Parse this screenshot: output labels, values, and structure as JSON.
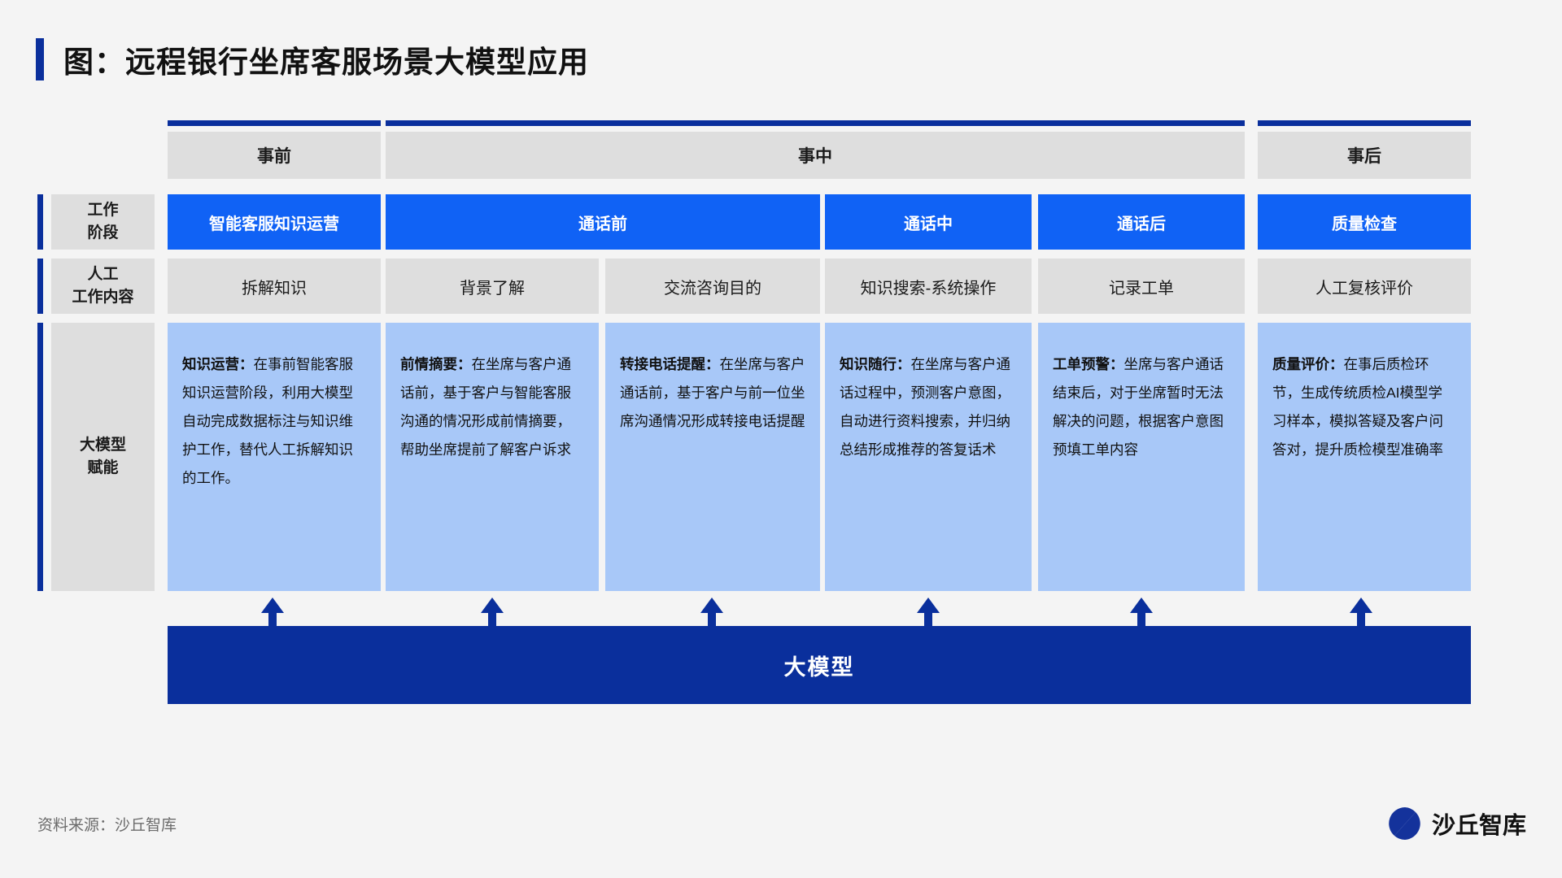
{
  "header": {
    "title": "图：远程银行坐席客服场景大模型应用",
    "accent_color": "#0a2f9c"
  },
  "colors": {
    "background": "#f4f4f4",
    "deep_blue": "#0a2f9c",
    "bright_blue": "#1062f5",
    "light_blue": "#a8c8f8",
    "grey": "#dedede"
  },
  "phases": [
    {
      "label": "事前"
    },
    {
      "label": "事中"
    },
    {
      "label": "事后"
    }
  ],
  "row_labels": [
    {
      "line1": "工作",
      "line2": "阶段"
    },
    {
      "line1": "人工",
      "line2": "工作内容"
    },
    {
      "line1": "大模型",
      "line2": "赋能"
    }
  ],
  "stages": [
    {
      "label": "智能客服知识运营"
    },
    {
      "label": "通话前"
    },
    {
      "label": "通话中"
    },
    {
      "label": "通话后"
    },
    {
      "label": "质量检查"
    }
  ],
  "manual_tasks": [
    {
      "label": "拆解知识"
    },
    {
      "label": "背景了解"
    },
    {
      "label": "交流咨询目的"
    },
    {
      "label": "知识搜索-系统操作"
    },
    {
      "label": "记录工单"
    },
    {
      "label": "人工复核评价"
    }
  ],
  "empowerment": [
    {
      "title": "知识运营：",
      "body": "在事前智能客服知识运营阶段，利用大模型自动完成数据标注与知识维护工作，替代人工拆解知识的工作。"
    },
    {
      "title": "前情摘要：",
      "body": "在坐席与客户通话前，基于客户与智能客服沟通的情况形成前情摘要，帮助坐席提前了解客户诉求"
    },
    {
      "title": "转接电话提醒：",
      "body": "在坐席与客户通话前，基于客户与前一位坐席沟通情况形成转接电话提醒"
    },
    {
      "title": "知识随行：",
      "body": "在坐席与客户通话过程中，预测客户意图，自动进行资料搜索，并归纳总结形成推荐的答复话术"
    },
    {
      "title": "工单预警：",
      "body": "坐席与客户通话结束后，对于坐席暂时无法解决的问题，根据客户意图预填工单内容"
    },
    {
      "title": "质量评价：",
      "body": "在事后质检环节，生成传统质检AI模型学习样本，模拟答疑及客户问答对，提升质检模型准确率"
    }
  ],
  "foundation": {
    "label": "大模型"
  },
  "footer": {
    "source": "资料来源：沙丘智库",
    "brand": "沙丘智库"
  }
}
